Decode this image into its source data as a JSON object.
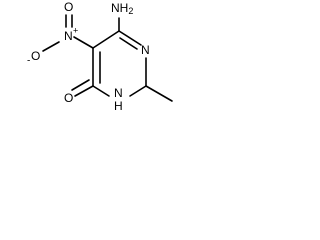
{
  "molecule": {
    "labels": {
      "amino": "NH2",
      "nitro_n": "N",
      "nitro_n_charge": "+",
      "nitro_o_top": "O",
      "nitro_o_left": "O",
      "nitro_o_left_charge": "-",
      "ring_n_right": "N",
      "ring_nh": "N",
      "ring_nh_h": "H",
      "carbonyl_o": "O"
    }
  }
}
